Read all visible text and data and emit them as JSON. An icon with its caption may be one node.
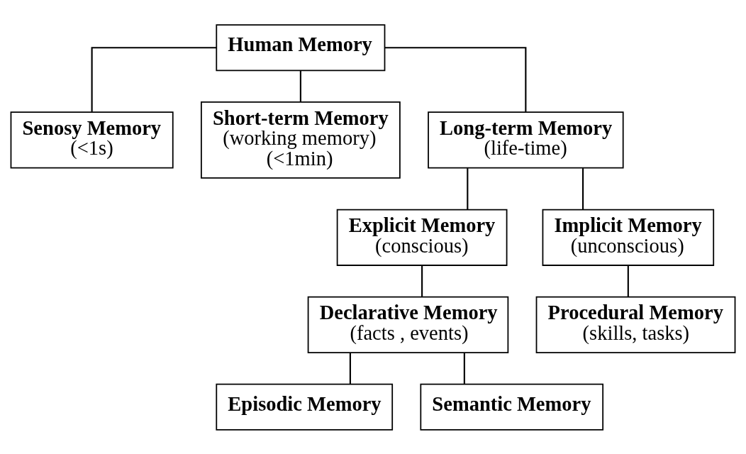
{
  "diagram": {
    "nodes": [
      {
        "text": [
          "Human Memory"
        ]
      },
      {
        "text": [
          "Senosy Memory",
          "(<1s)"
        ]
      },
      {
        "text": [
          "Short-term Memory",
          "(working memory)",
          "(<1min)"
        ]
      },
      {
        "text": [
          "Long-term Memory",
          "(life-time)"
        ]
      },
      {
        "text": [
          "Explicit Memory",
          "(conscious)"
        ]
      },
      {
        "text": [
          "Implicit Memory",
          "(unconscious)"
        ]
      },
      {
        "text": [
          "Declarative Memory",
          "(facts , events)"
        ]
      },
      {
        "text": [
          "Procedural Memory",
          "(skills, tasks)"
        ]
      },
      {
        "text": [
          "Episodic Memory"
        ]
      },
      {
        "text": [
          "Semantic Memory"
        ]
      }
    ],
    "edges": [
      {
        "from": 0,
        "to": 1,
        "arrow": "none"
      },
      {
        "from": 0,
        "to": 2,
        "arrow": "none"
      },
      {
        "from": 0,
        "to": 3,
        "arrow": "none"
      },
      {
        "from": 3,
        "to": 4,
        "arrow": "none"
      },
      {
        "from": 3,
        "to": 5,
        "arrow": "none"
      },
      {
        "from": 4,
        "to": 6,
        "arrow": "none"
      },
      {
        "from": 5,
        "to": 7,
        "arrow": "none"
      },
      {
        "from": 6,
        "to": 8,
        "arrow": "none"
      },
      {
        "from": 6,
        "to": 9,
        "arrow": "none"
      }
    ]
  }
}
